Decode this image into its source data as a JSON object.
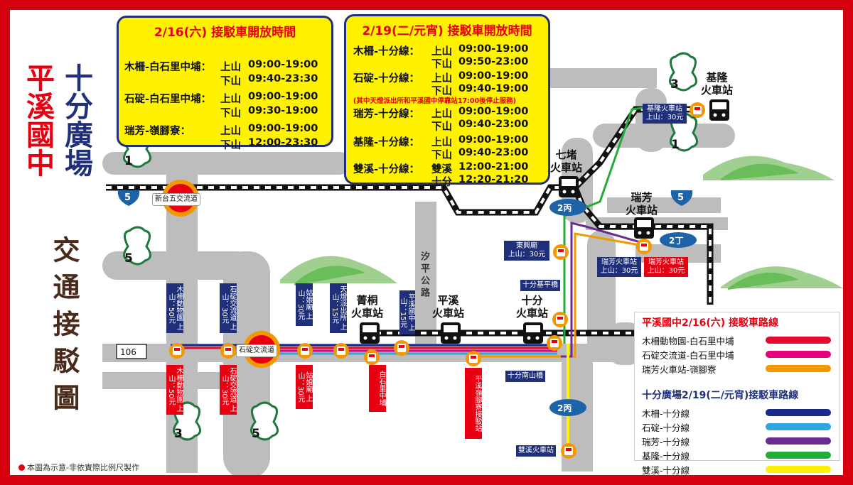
{
  "title_red": "平溪國中",
  "title_blue": "十分廣場",
  "title_sub": "交通接駁圖",
  "schedule_216": {
    "title": "2/16(六) 接駁車開放時間",
    "rows": [
      {
        "route": "木柵-白石里中埔：",
        "dir": "上山",
        "time": "09:00-19:00"
      },
      {
        "route": "",
        "dir": "下山",
        "time": "09:40-23:30"
      },
      {
        "route": "石碇-白石里中埔：",
        "dir": "上山",
        "time": "09:00-19:00"
      },
      {
        "route": "",
        "dir": "下山",
        "time": "09:30-19:00"
      },
      {
        "route": "瑞芳-嶺腳寮：",
        "dir": "上山",
        "time": "09:00-19:00"
      },
      {
        "route": "",
        "dir": "下山",
        "time": "12:00-23:30"
      }
    ]
  },
  "schedule_219": {
    "title": "2/19(二/元宵) 接駁車開放時間",
    "rows": [
      {
        "route": "木柵-十分線：",
        "dir": "上山",
        "time": "09:00-19:00"
      },
      {
        "route": "",
        "dir": "下山",
        "time": "09:50-23:00"
      },
      {
        "route": "石碇-十分線：",
        "dir": "上山",
        "time": "09:00-19:00"
      },
      {
        "route": "",
        "dir": "下山",
        "time": "09:40-19:00"
      },
      {
        "route": "瑞芳-十分線：",
        "dir": "上山",
        "time": "09:00-19:00"
      },
      {
        "route": "",
        "dir": "下山",
        "time": "09:40-23:00"
      },
      {
        "route": "基隆-十分線：",
        "dir": "上山",
        "time": "09:00-19:00"
      },
      {
        "route": "",
        "dir": "下山",
        "time": "09:40-23:00"
      },
      {
        "route": "雙溪-十分線：",
        "dir": "雙溪",
        "time": "12:00-21:00"
      },
      {
        "route": "",
        "dir": "十分",
        "time": "12:20-21:20"
      }
    ],
    "note": "(其中天燈派出所和平溪國中停靠站17:00後停止服務)"
  },
  "stations": {
    "jingtong": "菁桐\n火車站",
    "pingxi": "平溪\n火車站",
    "shifen": "十分\n火車站",
    "qidu": "七堵\n火車站",
    "ruifang": "瑞芳\n火車站",
    "keelung": "基隆\n火車站"
  },
  "route_shields": {
    "r1_left": "1",
    "r5_left": "5",
    "r3_bottom": "3",
    "r5_bottom": "5",
    "r3_top": "3",
    "r1_right": "1",
    "r5_right": "5",
    "r5_small": "5",
    "r2bing_top": "2丙",
    "r2bing_bottom": "2丙",
    "r2ding": "2丁",
    "r106": "106"
  },
  "interchanges": {
    "xintai": "新台五交流道",
    "shiding": "石碇交流道"
  },
  "road_name": "汐平公路",
  "stops_up": [
    {
      "name": "木柵動物園",
      "fare": "上山：50元"
    },
    {
      "name": "石碇交流道",
      "fare": "上山：30元"
    },
    {
      "name": "姑娘廟",
      "fare": "上山：30元"
    },
    {
      "name": "天燈派出所",
      "fare": "上山：15元"
    },
    {
      "name": "平溪國中",
      "fare": "上山：15元"
    }
  ],
  "stops_down": [
    {
      "name": "木柵動物園",
      "fare": "上山：50元"
    },
    {
      "name": "石碇交流道",
      "fare": "上山：30元"
    },
    {
      "name": "姑娘廟",
      "fare": "上山：30元"
    },
    {
      "name": "白石里中埔"
    },
    {
      "name": "平溪嶺腳寮接駁站"
    }
  ],
  "east_stops": {
    "dongxing": {
      "name": "東興廟",
      "fare": "上山：30元"
    },
    "shifen_bridge": "十分基平橋",
    "shifen_south": "十分南山橋",
    "ruifang_stop_navy": {
      "name": "瑞芳火車站",
      "fare": "上山：30元"
    },
    "ruifang_stop_red": {
      "name": "瑞芳火車站",
      "fare": "上山：30元"
    },
    "keelung_stop": {
      "name": "基隆火車站",
      "fare": "上山：30元"
    },
    "shuangxi_stop": "雙溪火車站"
  },
  "legend": {
    "title1": "平溪國中2/16(六) 接駁車路線",
    "items1": [
      {
        "label": "木柵動物園-白石里中埔",
        "color": "#e30b2f"
      },
      {
        "label": "石碇交流道-白石里中埔",
        "color": "#e6007e"
      },
      {
        "label": "瑞芳火車站-嶺腳寮",
        "color": "#f39800"
      }
    ],
    "title2": "十分廣場2/19(二/元宵)接駁車路線",
    "items2": [
      {
        "label": "木柵-十分線",
        "color": "#1a2a8a"
      },
      {
        "label": "石碇-十分線",
        "color": "#2ea7e0"
      },
      {
        "label": "瑞芳-十分線",
        "color": "#6b2c91"
      },
      {
        "label": "基隆-十分線",
        "color": "#22ac38"
      },
      {
        "label": "雙溪-十分線",
        "color": "#fff100"
      }
    ]
  },
  "footnote": "本圖為示意-非依實際比例尺製作",
  "colors": {
    "frame": "#d7000f",
    "title_red": "#e60012",
    "title_blue": "#1f2f7a",
    "title_sub": "#4a2a1a",
    "road": "#bdbdbd",
    "schedule_bg": "#fff200",
    "navy": "#1f2f7a"
  }
}
